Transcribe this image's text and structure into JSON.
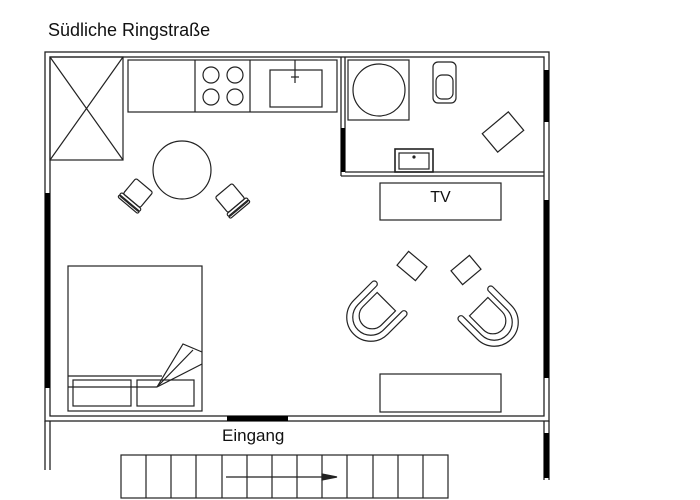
{
  "title": "Südliche Ringstraße",
  "labels": {
    "tv": "TV",
    "entrance": "Eingang"
  },
  "rooms": [
    {
      "name": "Kitchen / Dining / Sleeping area"
    },
    {
      "name": "Bathroom"
    },
    {
      "name": "Living area"
    },
    {
      "name": "Entrance / Staircase"
    }
  ],
  "furniture": [
    "storage-cabinet",
    "kitchen-counter",
    "stove-4-burners",
    "kitchen-sink",
    "dining-table",
    "dining-chair-left",
    "dining-chair-right",
    "double-bed",
    "shower",
    "toilet",
    "bath-mat",
    "washbasin",
    "tv-unit",
    "armchair-left",
    "armchair-right",
    "side-table-left",
    "side-table-right",
    "sideboard",
    "staircase"
  ],
  "staircase": {
    "steps": 13,
    "direction": "right"
  },
  "colors": {
    "line": "#222222",
    "window": "#000000",
    "background": "#ffffff"
  }
}
